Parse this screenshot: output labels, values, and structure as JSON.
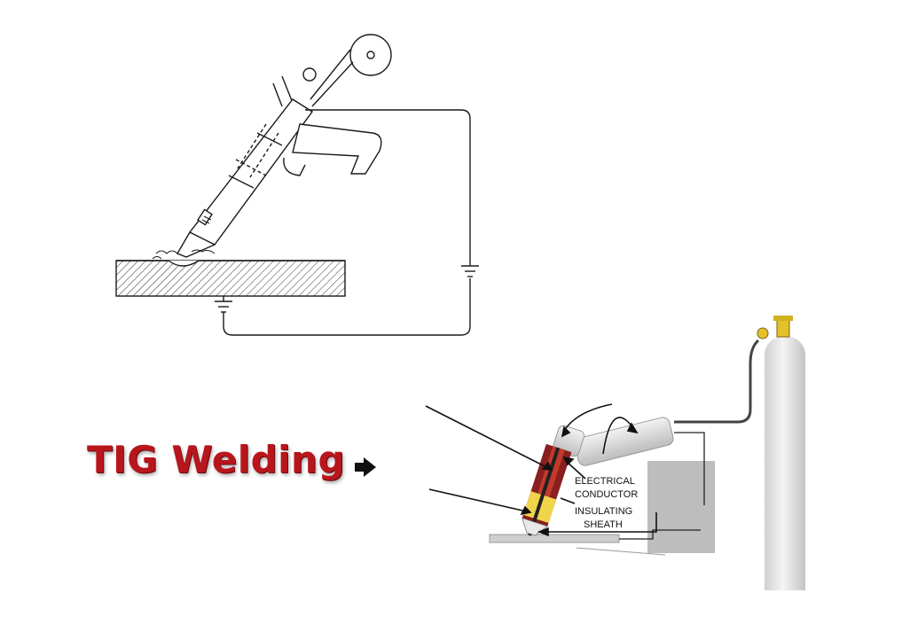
{
  "title": "TIG Welding",
  "labels": {
    "electrical_1": "ELECTRICAL",
    "electrical_2": "CONDUCTOR",
    "insulating_1": "INSULATING",
    "insulating_2": "SHEATH"
  },
  "colors": {
    "title": "#b8161c",
    "cylinder": "#e6e6e6",
    "valve": "#e2c12a"
  }
}
